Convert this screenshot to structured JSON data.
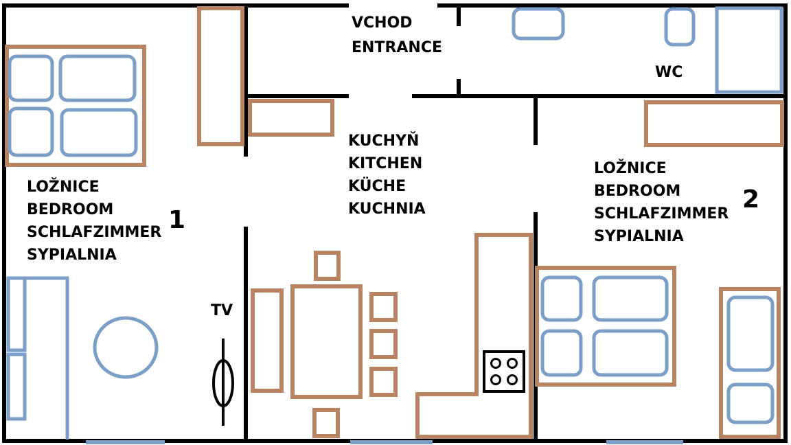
{
  "entrance": {
    "lines": [
      "VCHOD",
      "ENTRANCE"
    ]
  },
  "wc": {
    "label": "WC"
  },
  "kitchen": {
    "lines": [
      "KUCHYŇ",
      "KITCHEN",
      "KÜCHE",
      "KUCHNIA"
    ]
  },
  "bedroom1": {
    "lines": [
      "LOŽNICE",
      "BEDROOM",
      "SCHLAFZIMMER",
      "SYPIALNIA"
    ],
    "number": "1",
    "tv_label": "TV"
  },
  "bedroom2": {
    "lines": [
      "LOŽNICE",
      "BEDROOM",
      "SCHLAFZIMMER",
      "SYPIALNIA"
    ],
    "number": "2"
  },
  "colors": {
    "wall": "#000000",
    "wooden_furniture": "#b88461",
    "upholstery": "#7b9fc9"
  }
}
